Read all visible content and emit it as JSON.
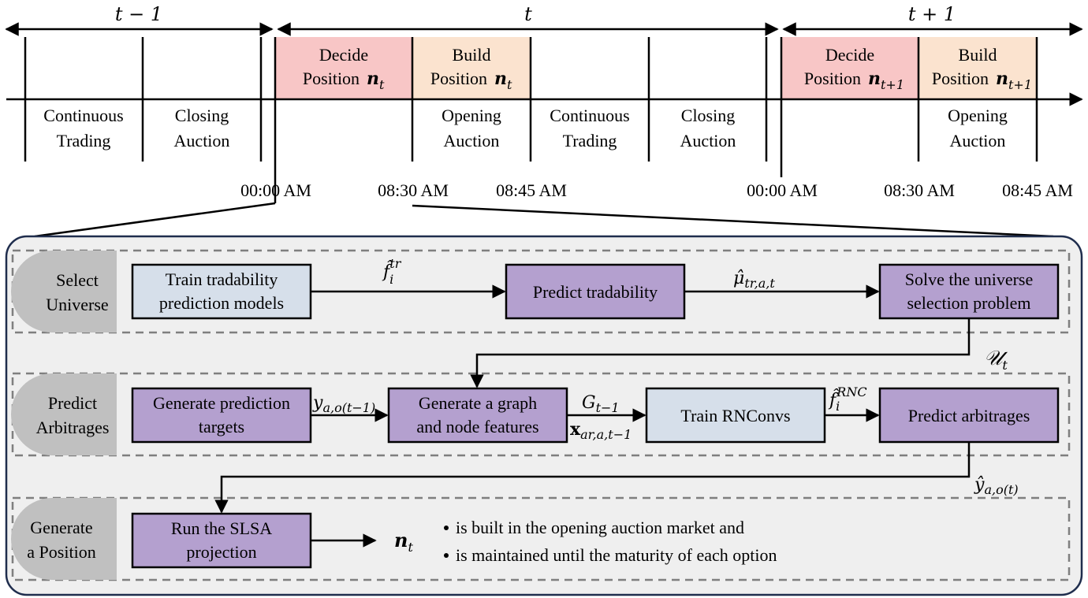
{
  "timeline": {
    "periods": [
      "t − 1",
      "t",
      "t + 1"
    ],
    "segments_top": [
      {
        "line1": "Decide",
        "line2": "Position",
        "var": "n",
        "sub": "t"
      },
      {
        "line1": "Build",
        "line2": "Position",
        "var": "n",
        "sub": "t"
      },
      {
        "line1": "Decide",
        "line2": "Position",
        "var": "n",
        "sub": "t+1"
      },
      {
        "line1": "Build",
        "line2": "Position",
        "var": "n",
        "sub": "t+1"
      }
    ],
    "segments_bottom": [
      {
        "line1": "Continuous",
        "line2": "Trading"
      },
      {
        "line1": "Closing",
        "line2": "Auction"
      },
      {
        "line1": "Opening",
        "line2": "Auction"
      },
      {
        "line1": "Continuous",
        "line2": "Trading"
      },
      {
        "line1": "Closing",
        "line2": "Auction"
      },
      {
        "line1": "Opening",
        "line2": "Auction"
      }
    ],
    "times": [
      "00:00 AM",
      "08:30 AM",
      "08:45 AM",
      "00:00 AM",
      "08:30 AM",
      "08:45 AM"
    ]
  },
  "stages": [
    {
      "line1": "Select",
      "line2": "Universe"
    },
    {
      "line1": "Predict",
      "line2": "Arbitrages"
    },
    {
      "line1": "Generate",
      "line2": "a Position"
    }
  ],
  "boxes": {
    "train_tradability": {
      "line1": "Train tradability",
      "line2": "prediction models"
    },
    "predict_tradability": {
      "line1": "Predict tradability"
    },
    "solve_universe": {
      "line1": "Solve the universe",
      "line2": "selection problem"
    },
    "gen_targets": {
      "line1": "Generate prediction",
      "line2": "targets"
    },
    "gen_graph": {
      "line1": "Generate a graph",
      "line2": "and node features"
    },
    "train_rnconvs": {
      "line1": "Train RNConvs"
    },
    "predict_arb": {
      "line1": "Predict arbitrages"
    },
    "run_slsa": {
      "line1": "Run the SLSA",
      "line2": "projection"
    }
  },
  "math_labels": {
    "f_tr": {
      "base": "f̂",
      "sub": "i",
      "sup": "tr"
    },
    "mu": {
      "base": "μ̂",
      "sub": "tr,a,t"
    },
    "U": {
      "base": "𝒰",
      "sub": "t"
    },
    "y_target": {
      "base": "y",
      "sub": "a,o(t−1)"
    },
    "G": {
      "base": "G",
      "sub": "t−1"
    },
    "x": {
      "base": "x",
      "sub": "ar,a,t−1"
    },
    "f_rnc": {
      "base": "f̂",
      "sub": "i",
      "sup": "RNC"
    },
    "y_hat": {
      "base": "ŷ",
      "sub": "a,o(t)"
    },
    "n_out": {
      "base": "n",
      "sub": "t"
    }
  },
  "bullets": [
    "is built in the opening auction market and",
    "is maintained until the maturity of each option"
  ],
  "colors": {
    "decide_fill": "#f8c6c6",
    "build_fill": "#fbe3cf",
    "purple_box": "#b4a0cf",
    "blue_box": "#d6dfea",
    "panel_bg": "#efefef",
    "panel_border": "#1f2d4d",
    "stage_tab": "#c0c0c0",
    "dash": "#7f7f7f"
  }
}
